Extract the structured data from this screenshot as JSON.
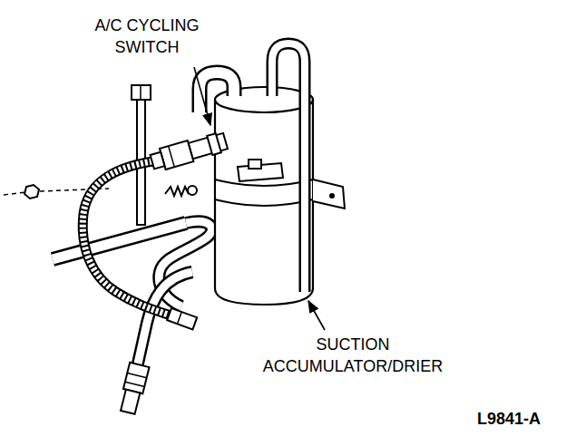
{
  "diagram": {
    "labels": [
      "A/C CYCLING SWITCH",
      "SUCTION ACCUMULATOR/DRIER",
      "L9841-A"
    ]
  }
}
